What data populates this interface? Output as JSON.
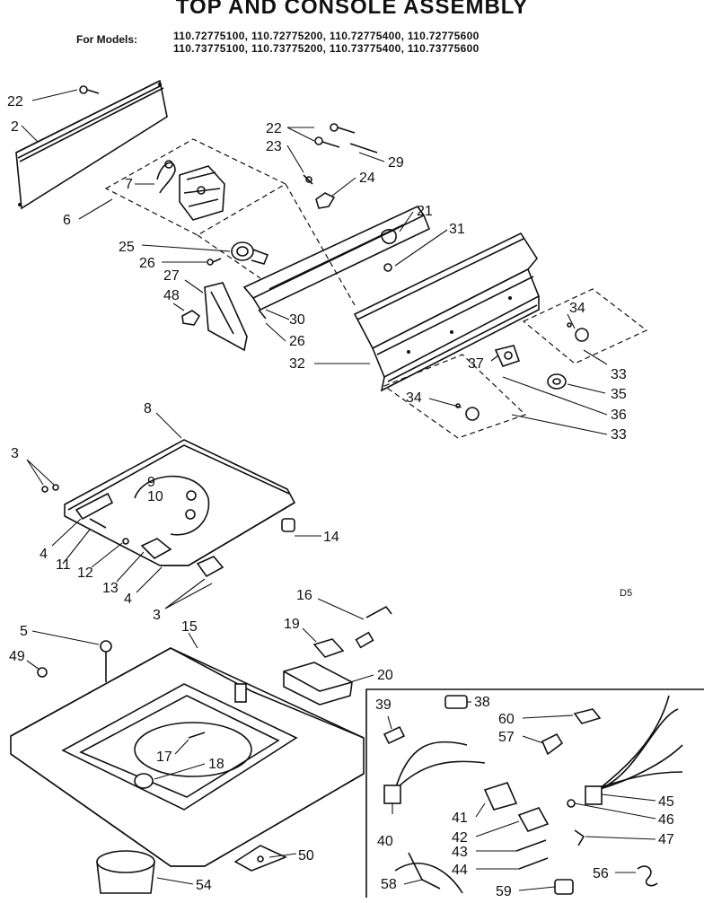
{
  "header": {
    "title": "TOP AND CONSOLE ASSEMBLY",
    "models_label": "For Models:",
    "models_row1": "110.72775100, 110.72775200, 110.72775400, 110.72775600",
    "models_row2": "110.73775100, 110.73775200, 110.73775400, 110.73775600"
  },
  "diagram_code": "D5",
  "callouts": {
    "c22a": "22",
    "c2": "2",
    "c22b": "22",
    "c23": "23",
    "c29": "29",
    "c7": "7",
    "c24": "24",
    "c6": "6",
    "c21": "21",
    "c31": "31",
    "c25": "25",
    "c26a": "26",
    "c27": "27",
    "c48": "48",
    "c30": "30",
    "c26b": "26",
    "c32": "32",
    "c34a": "34",
    "c33a": "33",
    "c37": "37",
    "c35": "35",
    "c34b": "34",
    "c36": "36",
    "c33b": "33",
    "c8": "8",
    "c3a": "3",
    "c9": "9",
    "c10": "10",
    "c14": "14",
    "c4a": "4",
    "c11": "11",
    "c12": "12",
    "c13": "13",
    "c4b": "4",
    "c3b": "3",
    "c16": "16",
    "c5": "5",
    "c15": "15",
    "c49": "49",
    "c19": "19",
    "c20": "20",
    "c17": "17",
    "c18": "18",
    "c50": "50",
    "c54": "54",
    "c39": "39",
    "c38": "38",
    "c60": "60",
    "c57": "57",
    "c45": "45",
    "c46": "46",
    "c41": "41",
    "c42": "42",
    "c47": "47",
    "c40": "40",
    "c43": "43",
    "c44": "44",
    "c56": "56",
    "c58": "58",
    "c59": "59"
  }
}
